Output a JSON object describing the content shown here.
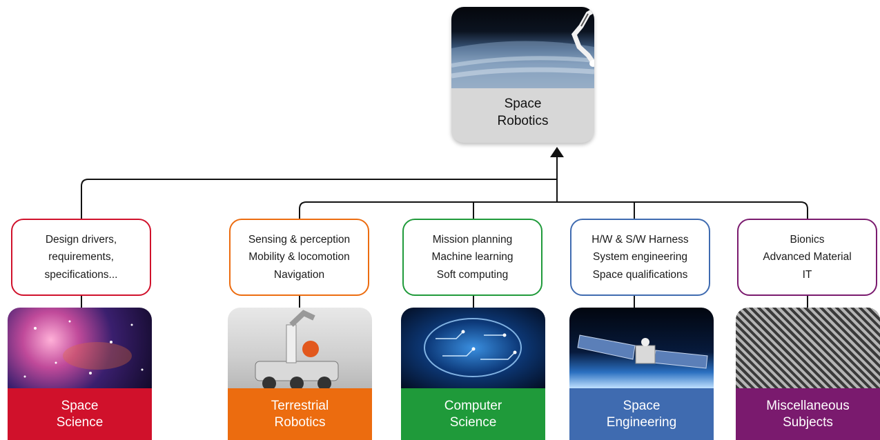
{
  "root": {
    "image": "space-station-robotic-arm-over-earth",
    "label_lines": [
      "Space",
      "Robotics"
    ],
    "color": "#d7d7d7"
  },
  "branches": [
    {
      "topics": [
        "Design drivers,",
        "requirements,",
        "specifications..."
      ],
      "category_lines": [
        "Space",
        "Science"
      ],
      "image": "nebula-starfield",
      "color": "#d0112b"
    },
    {
      "topics": [
        "Sensing & perception",
        "Mobility & locomotion",
        "Navigation"
      ],
      "category_lines": [
        "Terrestrial",
        "Robotics"
      ],
      "image": "mobile-robot-with-arm",
      "color": "#ec6c0f"
    },
    {
      "topics": [
        "Mission planning",
        "Machine learning",
        "Soft computing"
      ],
      "category_lines": [
        "Computer",
        "Science"
      ],
      "image": "circuit-brain",
      "color": "#1f9a3a"
    },
    {
      "topics": [
        "H/W & S/W Harness",
        "System engineering",
        "Space qualifications"
      ],
      "category_lines": [
        "Space",
        "Engineering"
      ],
      "image": "satellite-over-earth",
      "color": "#3f6bb0"
    },
    {
      "topics": [
        "Bionics",
        "Advanced Material",
        "IT"
      ],
      "category_lines": [
        "Miscellaneous",
        "Subjects"
      ],
      "image": "woven-carbon-fibre",
      "color": "#7a1a6e"
    }
  ]
}
